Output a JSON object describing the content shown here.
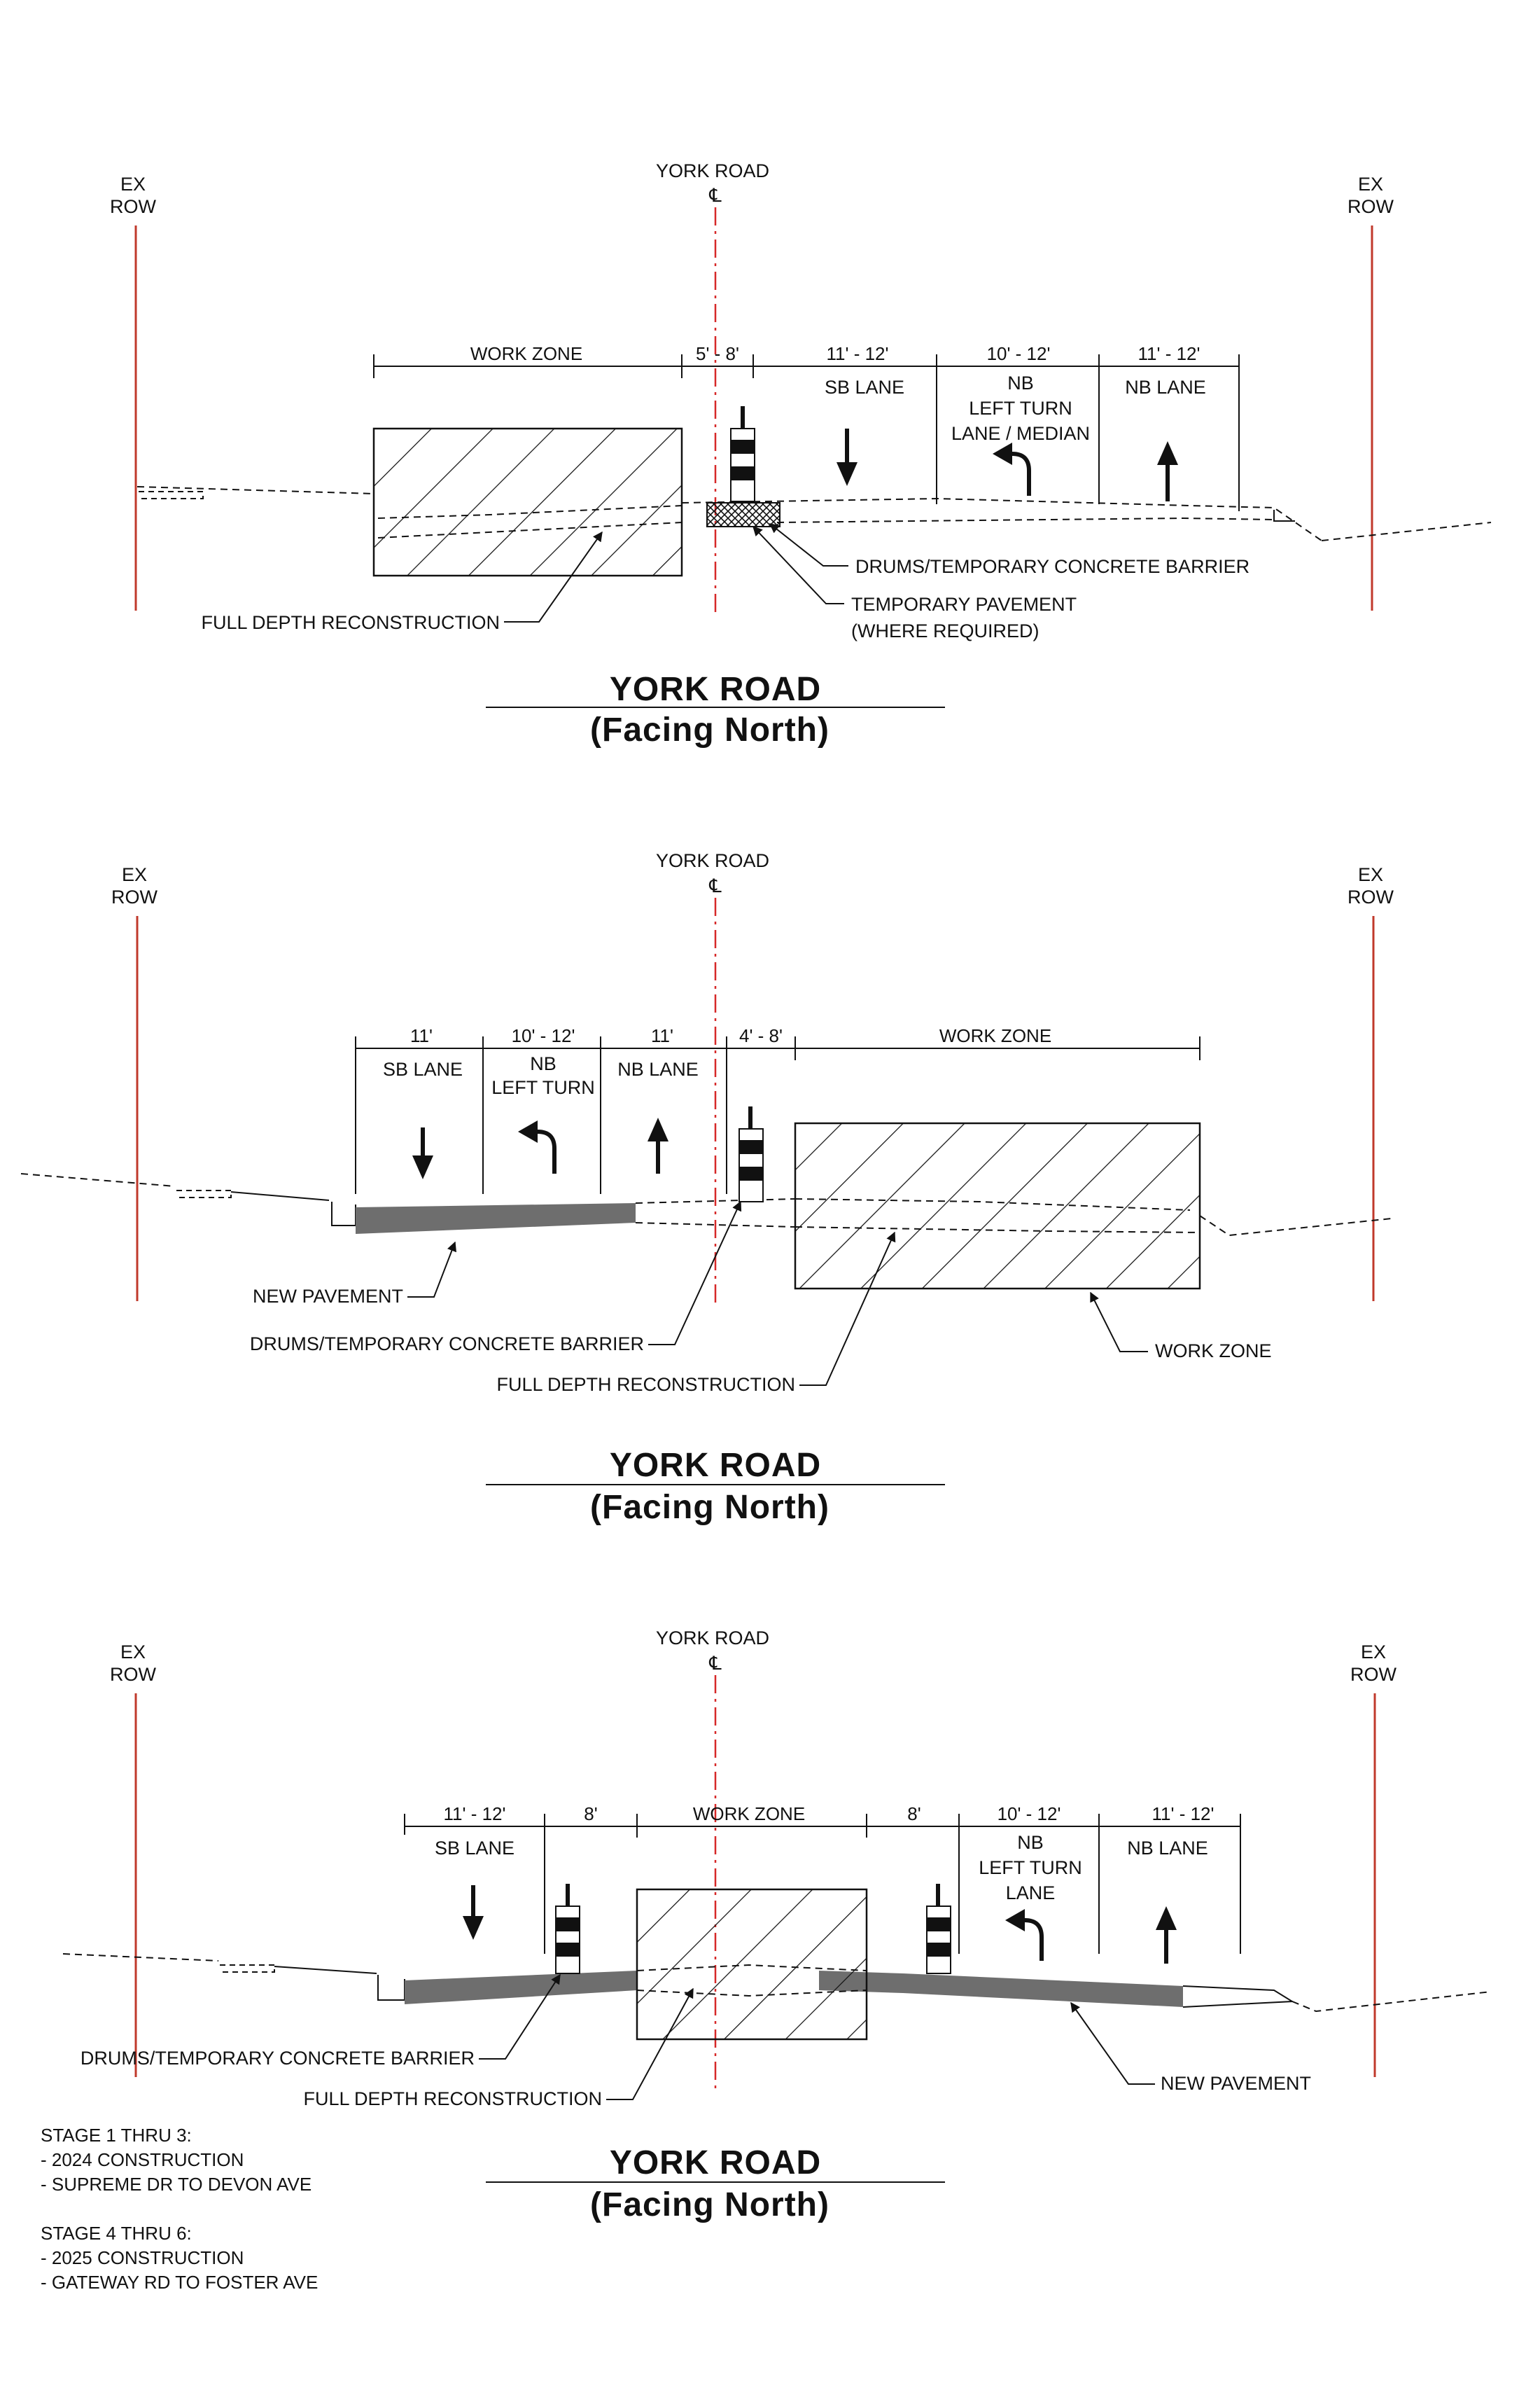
{
  "common": {
    "row_line1": "EX",
    "row_line2": "ROW",
    "centerline_label": "YORK ROAD",
    "centerline_symbol": "℄",
    "title_line1": "YORK ROAD",
    "title_line2": "(Facing North)"
  },
  "section1": {
    "dims": [
      "WORK ZONE",
      "5' - 8'",
      "11' - 12'",
      "10' - 12'",
      "11' - 12'"
    ],
    "lanes": {
      "sb": "SB LANE",
      "nb_turn_1": "NB",
      "nb_turn_2": "LEFT TURN",
      "nb_turn_3": "LANE / MEDIAN",
      "nb": "NB LANE"
    },
    "callouts": {
      "full_depth": "FULL DEPTH RECONSTRUCTION",
      "drums": "DRUMS/TEMPORARY CONCRETE BARRIER",
      "temp_pave_1": "TEMPORARY PAVEMENT",
      "temp_pave_2": "(WHERE REQUIRED)"
    }
  },
  "section2": {
    "dims": [
      "11'",
      "10' - 12'",
      "11'",
      "4' - 8'",
      "WORK ZONE"
    ],
    "lanes": {
      "sb": "SB LANE",
      "nb_turn_1": "NB",
      "nb_turn_2": "LEFT TURN",
      "nb": "NB LANE"
    },
    "callouts": {
      "new_pavement": "NEW PAVEMENT",
      "drums": "DRUMS/TEMPORARY CONCRETE BARRIER",
      "full_depth": "FULL DEPTH RECONSTRUCTION",
      "work_zone": "WORK ZONE"
    }
  },
  "section3": {
    "dims": [
      "11' - 12'",
      "8'",
      "WORK ZONE",
      "8'",
      "10' - 12'",
      "11' - 12'"
    ],
    "lanes": {
      "sb": "SB LANE",
      "nb_turn_1": "NB",
      "nb_turn_2": "LEFT TURN",
      "nb_turn_3": "LANE",
      "nb": "NB LANE"
    },
    "callouts": {
      "drums": "DRUMS/TEMPORARY CONCRETE BARRIER",
      "full_depth": "FULL DEPTH RECONSTRUCTION",
      "new_pavement": "NEW PAVEMENT"
    }
  },
  "notes": {
    "stage_a_title": "STAGE 1 THRU 3:",
    "stage_a_line1": "- 2024 CONSTRUCTION",
    "stage_a_line2": "- SUPREME DR TO DEVON AVE",
    "stage_b_title": "STAGE 4 THRU 6:",
    "stage_b_line1": "- 2025 CONSTRUCTION",
    "stage_b_line2": "- GATEWAY RD TO FOSTER AVE"
  },
  "colors": {
    "row_line": "#c0392b",
    "centerline": "#d62828",
    "pavement_new": "#6e6e6e",
    "ink": "#111111"
  }
}
